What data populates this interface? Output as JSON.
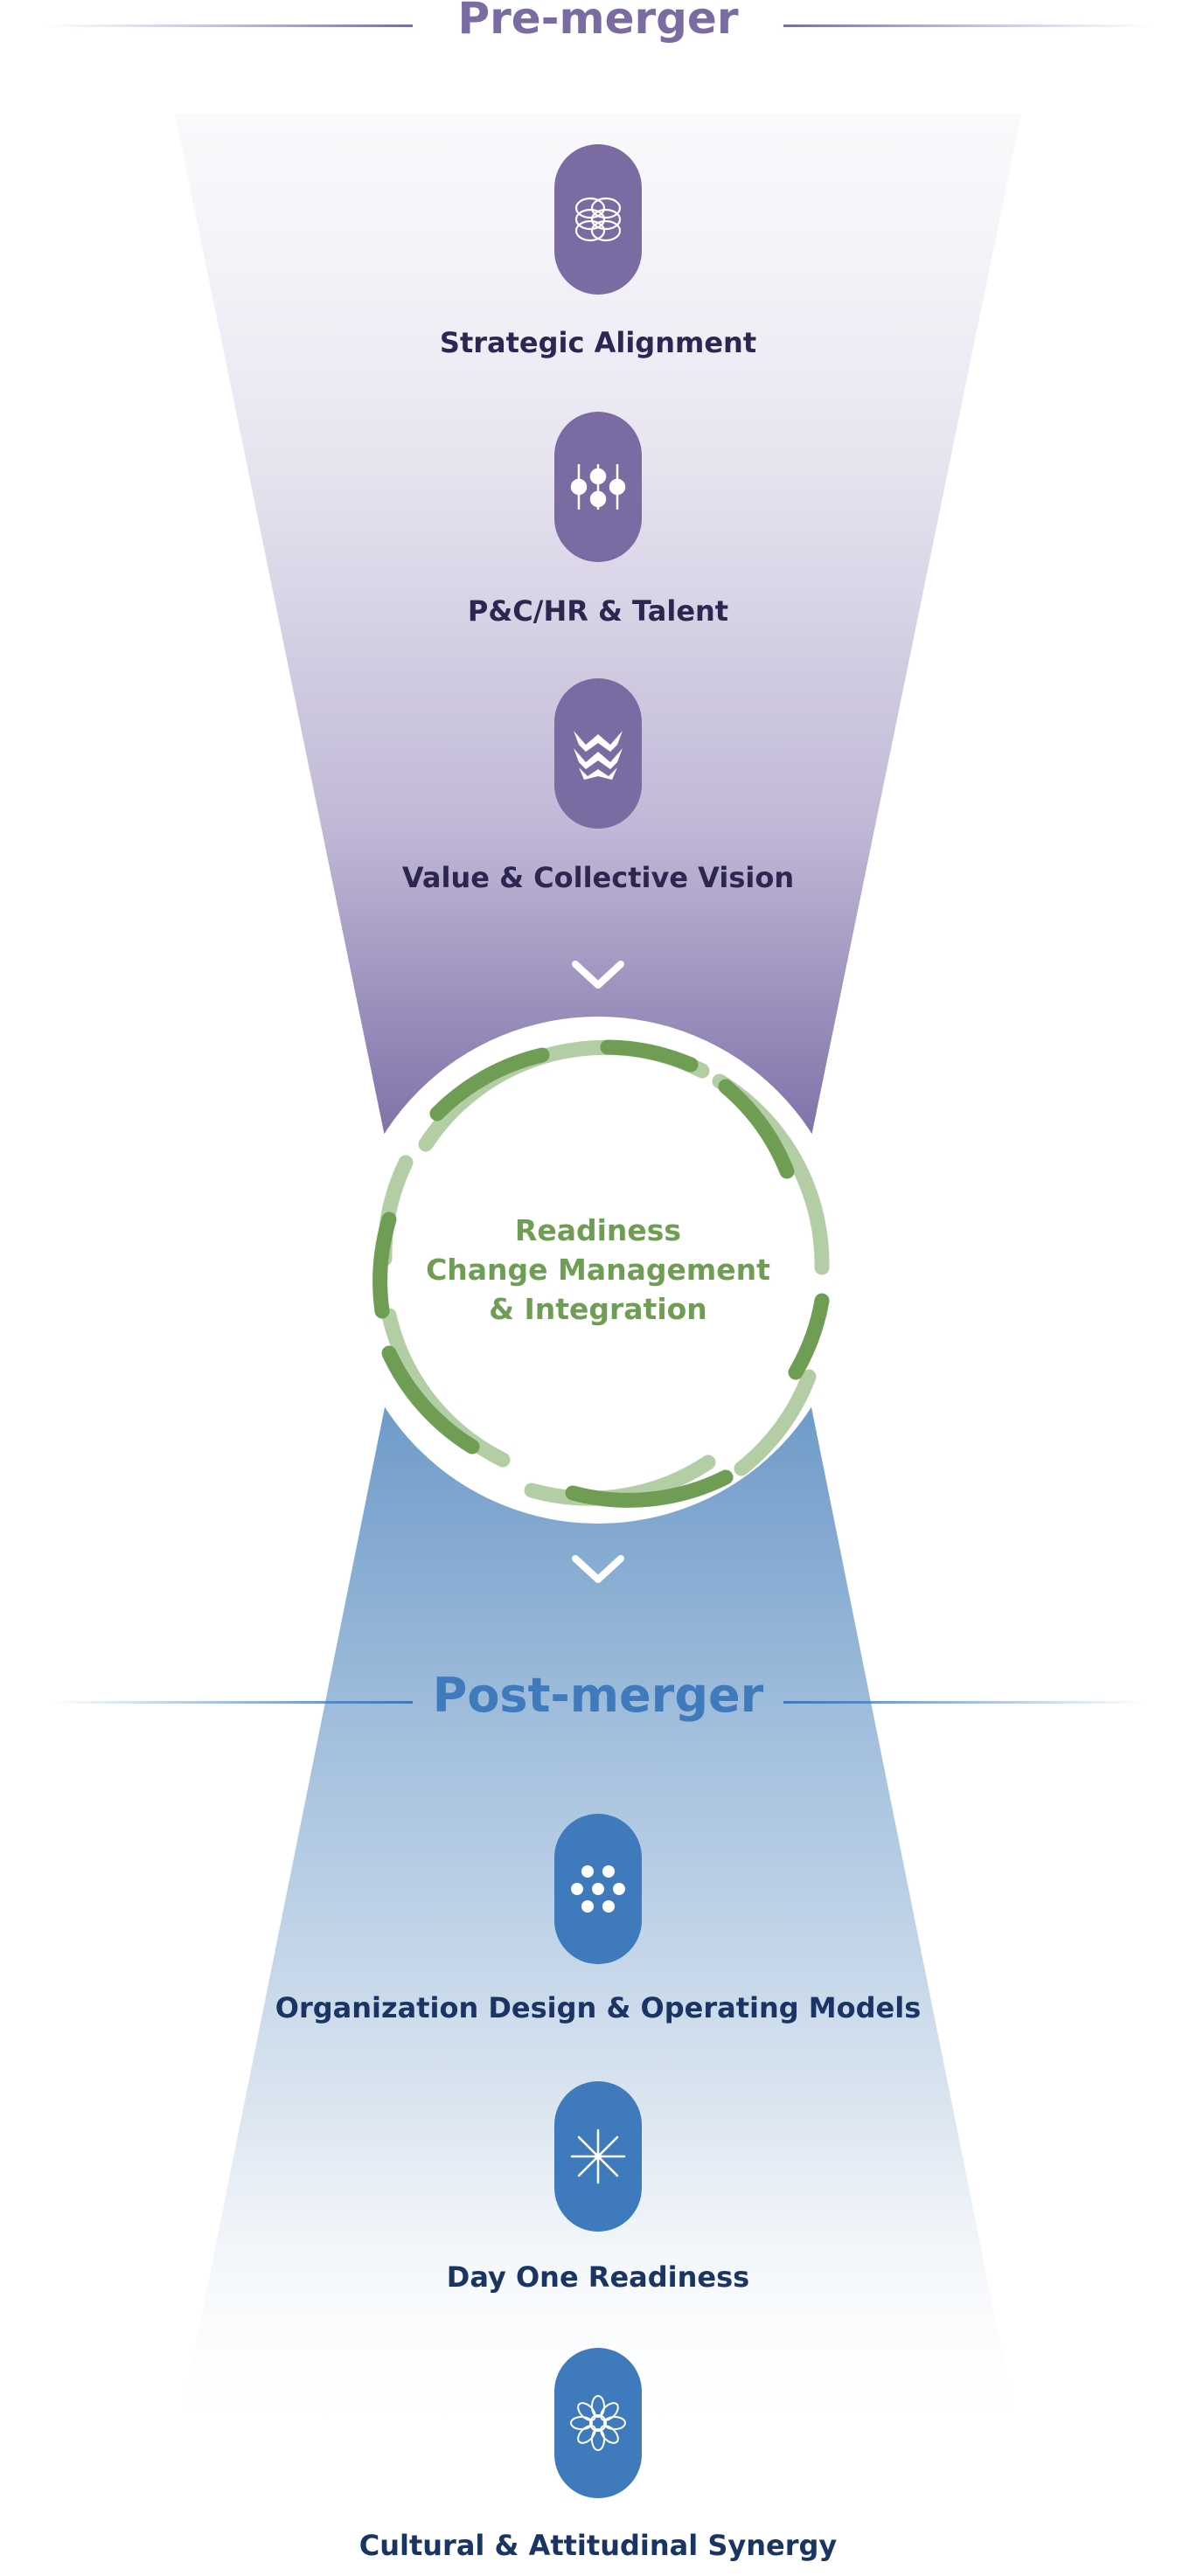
{
  "pre_merger": {
    "title": "Pre-merger",
    "color": "#7a6ca3",
    "items": [
      {
        "label": "Strategic Alignment",
        "icon": "interlocking-rings-icon"
      },
      {
        "label": "P&C/HR & Talent",
        "icon": "sliders-icon"
      },
      {
        "label": "Value & Collective Vision",
        "icon": "chevron-leaves-icon"
      }
    ]
  },
  "center": {
    "lines": [
      "Readiness",
      "Change Management",
      "& Integration"
    ],
    "color": "#6f9d54",
    "ring_color": "#6f9d54",
    "ring_light_color": "#b3cda5"
  },
  "post_merger": {
    "title": "Post-merger",
    "color": "#3f7abd",
    "items": [
      {
        "label": "Organization Design & Operating Models",
        "icon": "network-nodes-icon"
      },
      {
        "label": "Day One Readiness",
        "icon": "starburst-icon"
      },
      {
        "label": "Cultural & Attitudinal Synergy",
        "icon": "flower-icon"
      }
    ]
  }
}
